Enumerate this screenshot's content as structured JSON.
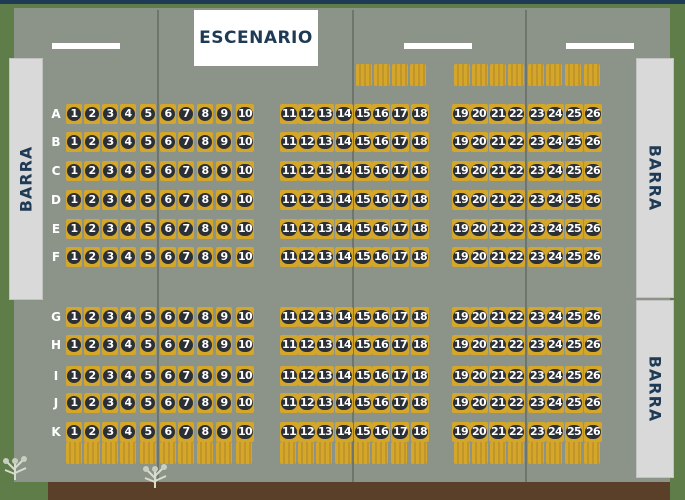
{
  "stage": {
    "label": "ESCENARIO"
  },
  "bars": {
    "left_label": "BARRA",
    "right_top_label": "BARRA",
    "right_bottom_label": "BARRA"
  },
  "rows": [
    "A",
    "B",
    "C",
    "D",
    "E",
    "F",
    "G",
    "H",
    "I",
    "J",
    "K"
  ],
  "seat_sections": [
    {
      "name": "left",
      "seats": [
        1,
        2,
        3,
        4,
        5,
        6,
        7,
        8,
        9,
        10
      ]
    },
    {
      "name": "center",
      "seats": [
        11,
        12,
        13,
        14,
        15,
        16,
        17,
        18
      ]
    },
    {
      "name": "right",
      "seats": [
        19,
        20,
        21,
        22,
        23,
        24,
        25,
        26
      ]
    }
  ],
  "colors": {
    "seat": "#d4a62a",
    "seat_number_bg": "#2b2f36",
    "floor": "#8c9489",
    "grass": "#5e7d48",
    "stage_text": "#1f3a55"
  },
  "icons": {
    "plants": "plant-icon"
  }
}
